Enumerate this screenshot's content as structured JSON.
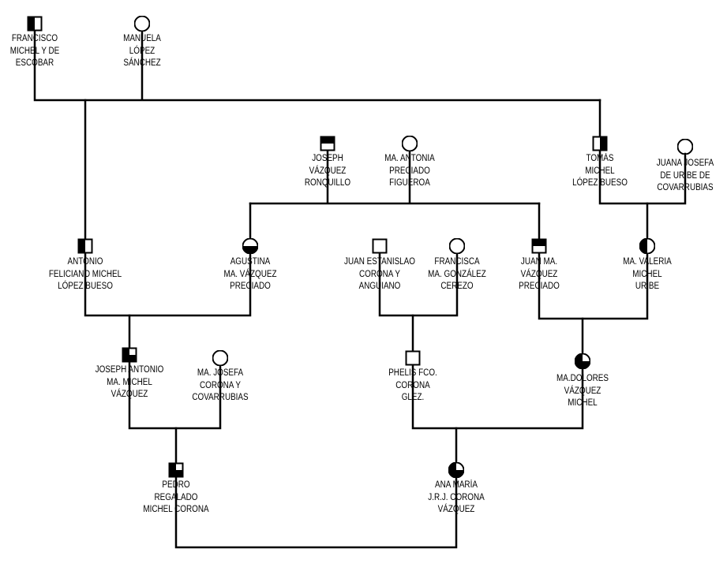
{
  "diagram": {
    "type": "genealogy-chart",
    "colors": {
      "line": "#000000",
      "fill": "#000000",
      "background": "#ffffff"
    },
    "people": [
      {
        "id": "francisco",
        "name_lines": [
          "FRANCISCO",
          "MICHEL Y DE",
          "ESCOBAR"
        ],
        "sex": "male",
        "fill": "left-half"
      },
      {
        "id": "manuela",
        "name_lines": [
          "MANUELA",
          "LÓPEZ",
          "SÁNCHEZ"
        ],
        "sex": "female",
        "fill": "empty"
      },
      {
        "id": "joseph_vr",
        "name_lines": [
          "JOSEPH",
          "VÁZQUEZ",
          "RONQUILLO"
        ],
        "sex": "male",
        "fill": "top-half"
      },
      {
        "id": "ma_antonia",
        "name_lines": [
          "MA. ANTONIA",
          "PRECIADO",
          "FIGUEROA"
        ],
        "sex": "female",
        "fill": "empty"
      },
      {
        "id": "tomas",
        "name_lines": [
          "TOMÁS",
          "MICHEL",
          "LÓPEZ BUESO"
        ],
        "sex": "male",
        "fill": "right-half"
      },
      {
        "id": "juana_josefa",
        "name_lines": [
          "JUANA JOSEFA",
          "DE URIBE DE",
          "COVARRUBIAS"
        ],
        "sex": "female",
        "fill": "empty"
      },
      {
        "id": "antonio",
        "name_lines": [
          "ANTONIO",
          "FELICIANO MICHEL",
          "LÓPEZ BUESO"
        ],
        "sex": "male",
        "fill": "left-half"
      },
      {
        "id": "agustina",
        "name_lines": [
          "AGUSTINA",
          "MA. VÁZQUEZ",
          "PRECIADO"
        ],
        "sex": "female",
        "fill": "bottom-half"
      },
      {
        "id": "juan_estanislao",
        "name_lines": [
          "JUAN ESTANISLAO",
          "CORONA Y",
          "ANGUIANO"
        ],
        "sex": "male",
        "fill": "empty"
      },
      {
        "id": "francisca",
        "name_lines": [
          "FRANCISCA",
          "MA. GONZÁLEZ",
          "CEREZO"
        ],
        "sex": "female",
        "fill": "empty"
      },
      {
        "id": "juan_ma",
        "name_lines": [
          "JUAN MA.",
          "VÁZQUEZ",
          "PRECIADO"
        ],
        "sex": "male",
        "fill": "top-half"
      },
      {
        "id": "valeria",
        "name_lines": [
          "MA. VALERIA",
          "MICHEL",
          "URIBE"
        ],
        "sex": "female",
        "fill": "left-half"
      },
      {
        "id": "joseph_antonio",
        "name_lines": [
          "JOSEPH ANTONIO",
          "MA. MICHEL",
          "VÁZQUEZ"
        ],
        "sex": "male",
        "fill": "three-quarter-no-top-right"
      },
      {
        "id": "ma_josefa",
        "name_lines": [
          "MA. JOSEFA",
          "CORONA Y",
          "COVARRUBIAS"
        ],
        "sex": "female",
        "fill": "empty"
      },
      {
        "id": "phelis",
        "name_lines": [
          "PHELIS FCO.",
          "CORONA",
          "GLEZ."
        ],
        "sex": "male",
        "fill": "empty"
      },
      {
        "id": "dolores",
        "name_lines": [
          "MA.DOLORES",
          "VÁZQUEZ",
          "MICHEL"
        ],
        "sex": "female",
        "fill": "three-quarter-no-top-right"
      },
      {
        "id": "pedro",
        "name_lines": [
          "PEDRO",
          "REGALADO",
          "MICHEL CORONA"
        ],
        "sex": "male",
        "fill": "three-quarter-no-top-right"
      },
      {
        "id": "ana_maria",
        "name_lines": [
          "ANA MARÍA",
          "J.R.J. CORONA",
          "VÁZQUEZ"
        ],
        "sex": "female",
        "fill": "left-and-bottom-right"
      }
    ]
  }
}
